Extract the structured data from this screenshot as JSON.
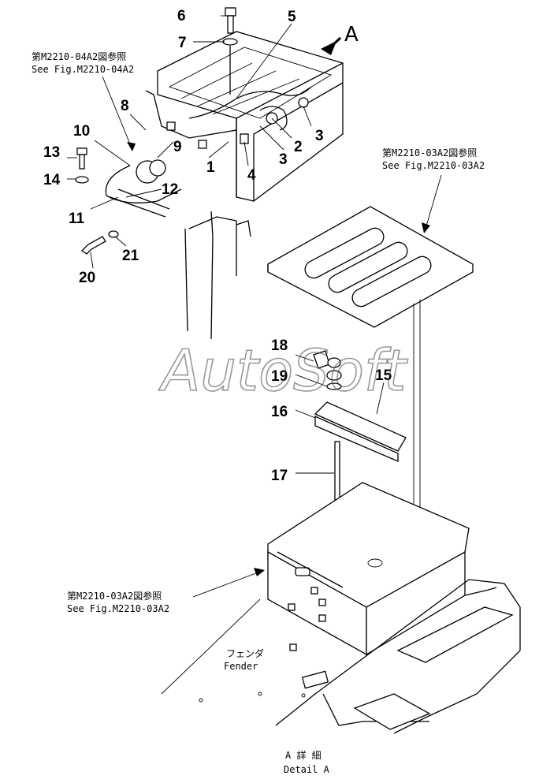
{
  "view_marker": "A",
  "part_numbers": [
    "6",
    "7",
    "5",
    "8",
    "10",
    "9",
    "2",
    "3",
    "3",
    "13",
    "14",
    "1",
    "4",
    "12",
    "11",
    "21",
    "20",
    "18",
    "19",
    "15",
    "16",
    "17"
  ],
  "refs": {
    "top_left_jp": "第M2210-04A2図参照",
    "top_left_en": "See Fig.M2210-04A2",
    "right_jp": "第M2210-03A2図参照",
    "right_en": "See Fig.M2210-03A2",
    "bottom_jp": "第M2210-03A2図参照",
    "bottom_en": "See Fig.M2210-03A2"
  },
  "fender": {
    "jp": "フェンダ",
    "en": "Fender"
  },
  "detail": {
    "jp": "A 詳 細",
    "en": "Detail A"
  },
  "watermark": "AutoSoft"
}
